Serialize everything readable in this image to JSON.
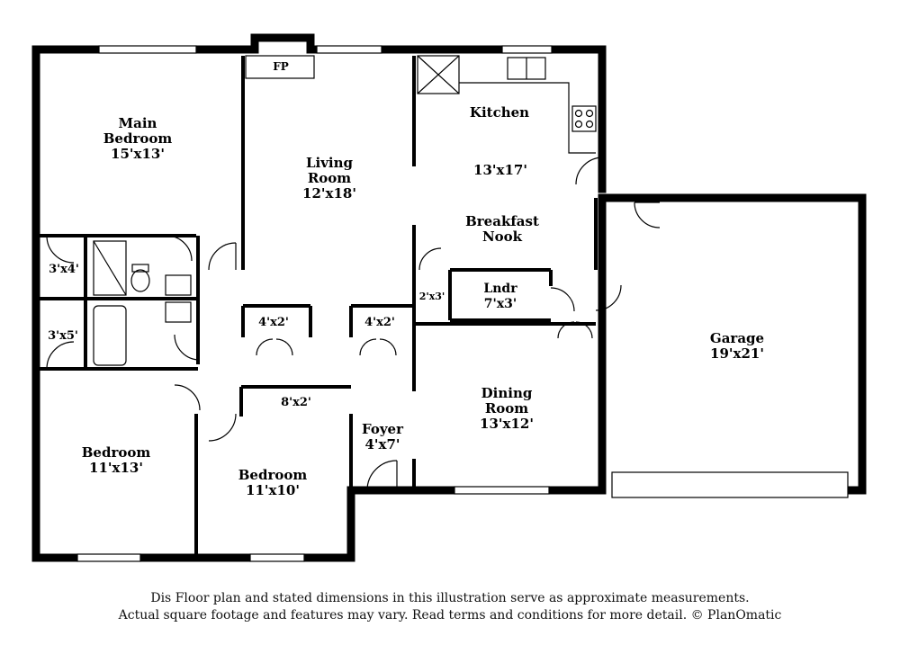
{
  "rooms": {
    "main_bedroom": {
      "name_line1": "Main",
      "name_line2": "Bedroom",
      "dims": "15'x13'"
    },
    "living_room": {
      "name_line1": "Living",
      "name_line2": "Room",
      "dims": "12'x18'"
    },
    "fireplace": {
      "label": "FP"
    },
    "kitchen": {
      "name": "Kitchen",
      "dims": "13'x17'"
    },
    "breakfast_nook": {
      "name_line1": "Breakfast",
      "name_line2": "Nook"
    },
    "laundry": {
      "name": "Lndr",
      "dims": "7'x3'"
    },
    "pantry": {
      "dims": "2'x3'"
    },
    "closet_main": {
      "dims": "3'x4'"
    },
    "bath_closet": {
      "dims": "3'x5'"
    },
    "closet_living": {
      "dims": "4'x2'"
    },
    "closet_foyer": {
      "dims": "4'x2'"
    },
    "closet_bedroom2": {
      "dims": "8'x2'"
    },
    "dining_room": {
      "name_line1": "Dining",
      "name_line2": "Room",
      "dims": "13'x12'"
    },
    "foyer": {
      "name": "Foyer",
      "dims": "4'x7'"
    },
    "bedroom_1": {
      "name": "Bedroom",
      "dims": "11'x13'"
    },
    "bedroom_2": {
      "name": "Bedroom",
      "dims": "11'x10'"
    },
    "garage": {
      "name": "Garage",
      "dims": "19'x21'"
    }
  },
  "disclaimer": {
    "line1": "Dis   Floor plan and stated dimensions in this illustration serve as approximate measurements.",
    "line2": "Actual square footage and features may vary. Read terms and conditions for more detail. © PlanOmatic"
  }
}
